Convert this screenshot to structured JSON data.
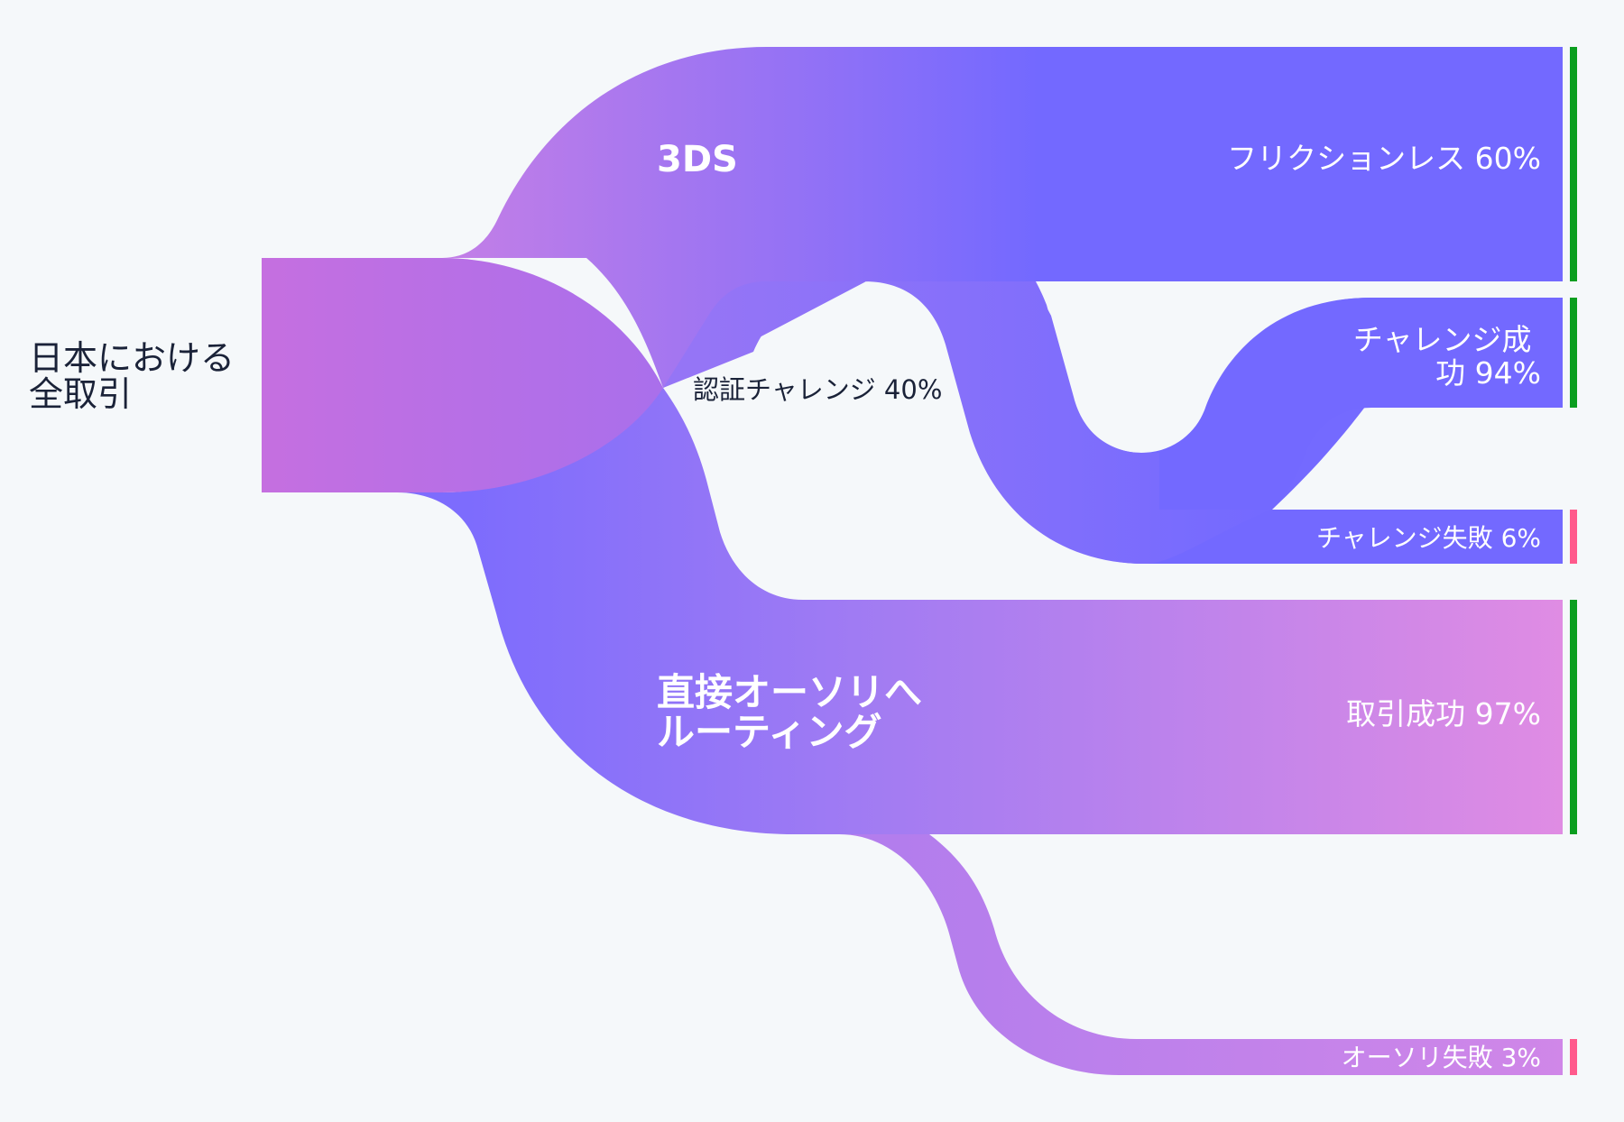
{
  "diagram": {
    "source": {
      "lines": [
        "日本における",
        "全取引"
      ]
    },
    "branches": {
      "three_ds": "3DS",
      "challenge": "認証チャレンジ 40%",
      "direct_lines": [
        "直接オーソリへ",
        "ルーティング"
      ]
    },
    "outcomes": {
      "frictionless": "フリクションレス 60%",
      "challenge_success_lines": [
        "チャレンジ成",
        "功 94%"
      ],
      "challenge_fail": "チャレンジ失敗 6%",
      "auth_success": "取引成功 97%",
      "auth_fail": "オーソリ失敗 3%"
    }
  },
  "colors": {
    "background": "#f5f8fa",
    "source": "#c56fe0",
    "flow_violet": "#b37bee",
    "flow_indigo": "#7369ff",
    "success_light": "#e08ce3",
    "success_marker": "#0a9e1f",
    "failure_marker": "#ff5a8c",
    "label_dark": "#1a2238"
  }
}
